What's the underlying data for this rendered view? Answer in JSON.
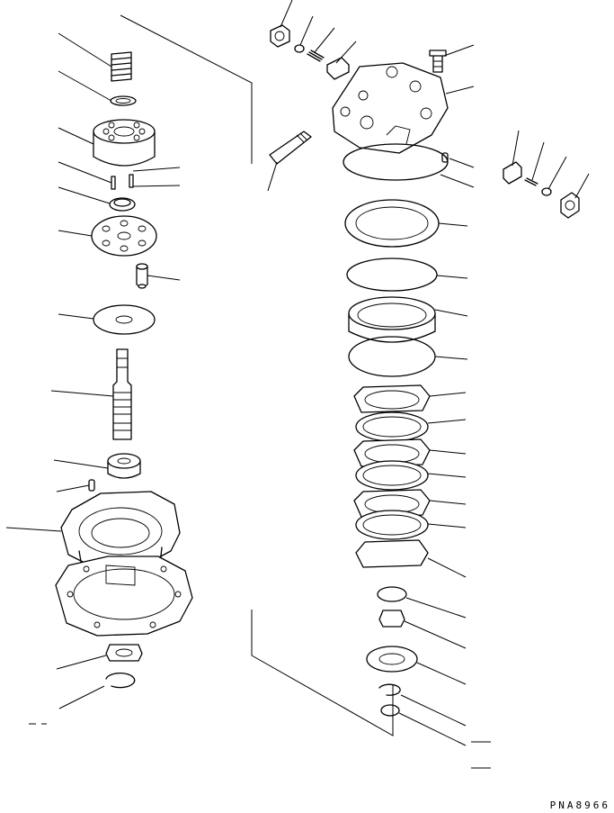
{
  "drawing": {
    "code": "PNA8966"
  },
  "parts": [
    {
      "id": "spring"
    },
    {
      "id": "spring-washer"
    },
    {
      "id": "cylinder-block"
    },
    {
      "id": "pin-a"
    },
    {
      "id": "pin-b"
    },
    {
      "id": "retainer"
    },
    {
      "id": "retainer-plate"
    },
    {
      "id": "plug"
    },
    {
      "id": "thrust-plate"
    },
    {
      "id": "drive-shaft"
    },
    {
      "id": "bearing"
    },
    {
      "id": "dowel-pin"
    },
    {
      "id": "motor-housing"
    },
    {
      "id": "nut"
    },
    {
      "id": "snap-ring"
    },
    {
      "id": "valve-plug"
    },
    {
      "id": "o-ring-top"
    },
    {
      "id": "valve-spring"
    },
    {
      "id": "check-valve"
    },
    {
      "id": "bolt"
    },
    {
      "id": "valve-cover"
    },
    {
      "id": "relief-valve"
    },
    {
      "id": "pin-c"
    },
    {
      "id": "o-ring-large"
    },
    {
      "id": "side-valve"
    },
    {
      "id": "side-spring"
    },
    {
      "id": "side-o-ring"
    },
    {
      "id": "side-plug"
    },
    {
      "id": "plate"
    },
    {
      "id": "o-ring-1"
    },
    {
      "id": "brake-piston"
    },
    {
      "id": "o-ring-2"
    },
    {
      "id": "separator-plate-1"
    },
    {
      "id": "friction-plate-1"
    },
    {
      "id": "separator-plate-2"
    },
    {
      "id": "friction-plate-2"
    },
    {
      "id": "separator-plate-3"
    },
    {
      "id": "friction-plate-3"
    },
    {
      "id": "separator-plate-4"
    },
    {
      "id": "ring"
    },
    {
      "id": "collar"
    },
    {
      "id": "bearing-2"
    },
    {
      "id": "snap-ring-2"
    },
    {
      "id": "o-ring-small"
    }
  ]
}
